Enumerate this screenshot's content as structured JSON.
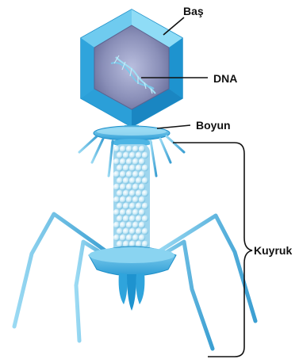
{
  "diagram": {
    "labels": {
      "head": "Baş",
      "dna": "DNA",
      "neck": "Boyun",
      "tail": "Kuyruk"
    }
  },
  "colors": {
    "capsid_light": "#7fd3f2",
    "capsid_mid": "#3fb3e6",
    "capsid_dark": "#1e8fc8",
    "core": "#8a8fb8",
    "dna_strand": "#8fd8ee",
    "sheath_bead": "#cdebf7",
    "fiber": "#4aa7d6",
    "leader_line": "#111111"
  }
}
